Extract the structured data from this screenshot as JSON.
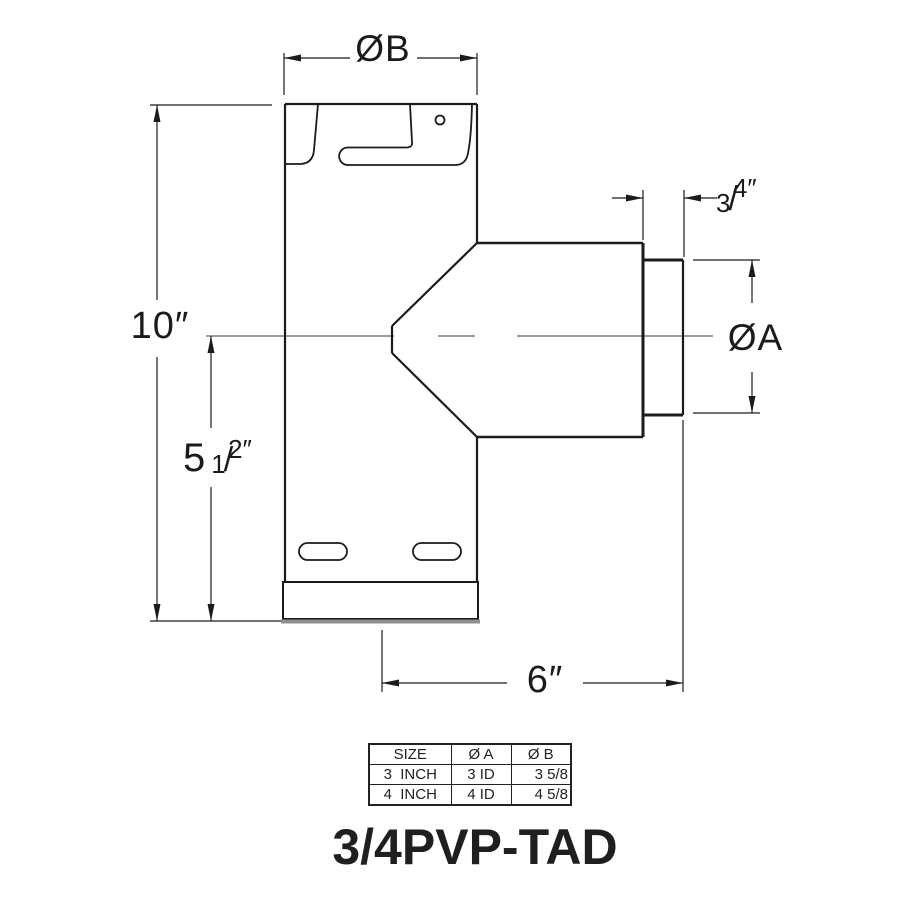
{
  "title": "3/4PVP-TAD",
  "dims": {
    "ob": "ØB",
    "oa": "ØA",
    "height": "10″",
    "branch_length": "6″",
    "branch_center": {
      "whole": "5",
      "num": "1",
      "den": "2",
      "unit": "″"
    },
    "collar_width": {
      "num": "3",
      "den": "4",
      "unit": "″"
    }
  },
  "table": {
    "headers": [
      "SIZE",
      "Ø A",
      "Ø B"
    ],
    "rows": [
      [
        "3  INCH",
        "3 ID",
        "3 5/8"
      ],
      [
        "4  INCH",
        "4 ID",
        "4 5/8"
      ]
    ]
  }
}
